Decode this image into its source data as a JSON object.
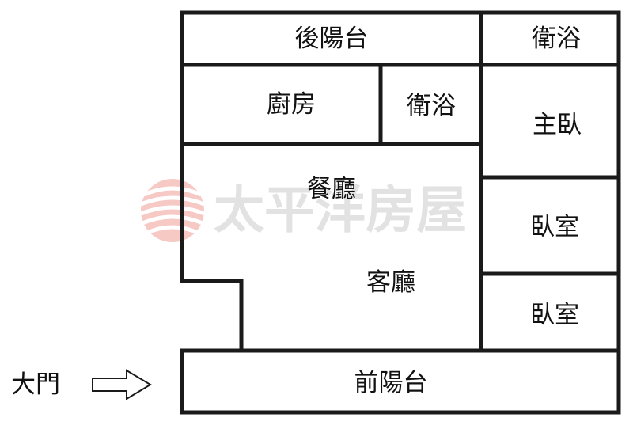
{
  "rooms": {
    "rear_balcony": "後陽台",
    "bathroom_top_right": "衛浴",
    "kitchen": "廚房",
    "bathroom_middle": "衛浴",
    "master_bedroom": "主臥",
    "dining_room": "餐廳",
    "bedroom_1": "臥室",
    "living_room": "客廳",
    "bedroom_2": "臥室",
    "front_balcony": "前陽台"
  },
  "entrance": {
    "label": "大門"
  },
  "watermark": {
    "text": "太平洋房屋"
  },
  "colors": {
    "wall": "#1a1a1a",
    "watermark_logo": "#f1a5a0",
    "watermark_text": "#e2e2e2"
  }
}
